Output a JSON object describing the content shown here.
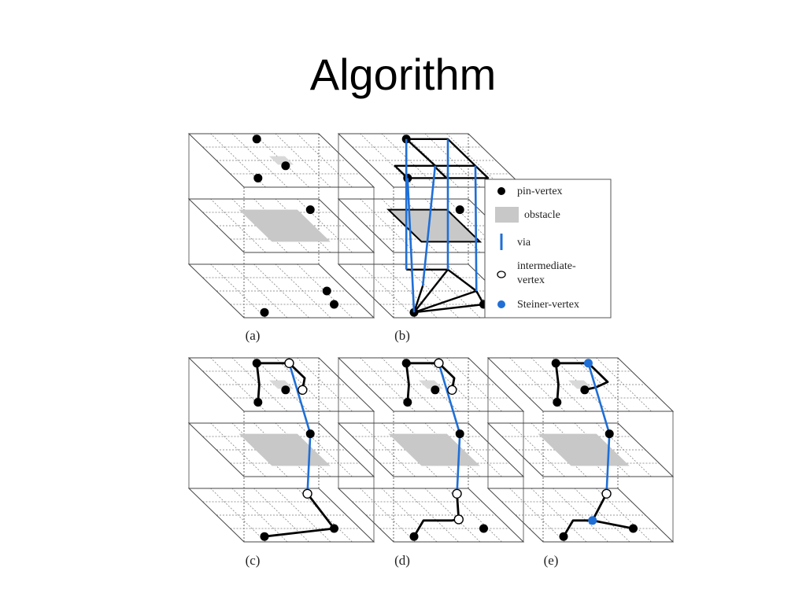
{
  "title": "Algorithm",
  "panels": [
    {
      "id": "a",
      "caption": "(a)"
    },
    {
      "id": "b",
      "caption": "(b)"
    },
    {
      "id": "c",
      "caption": "(c)"
    },
    {
      "id": "d",
      "caption": "(d)"
    },
    {
      "id": "e",
      "caption": "(e)"
    }
  ],
  "legend": {
    "items": [
      {
        "symbol": "pin-vertex",
        "label": "pin-vertex"
      },
      {
        "symbol": "obstacle",
        "label": "obstacle"
      },
      {
        "symbol": "via",
        "label": "via"
      },
      {
        "symbol": "intermediate-vertex",
        "label_line1": "intermediate-",
        "label_line2": "vertex"
      },
      {
        "symbol": "steiner-vertex",
        "label": "Steiner-vertex"
      }
    ]
  },
  "colors": {
    "via": "#1f6fd6",
    "steiner": "#1f6fd6",
    "obstacle": "#c8c8c8",
    "pin": "#000000",
    "grid": "#444444"
  }
}
